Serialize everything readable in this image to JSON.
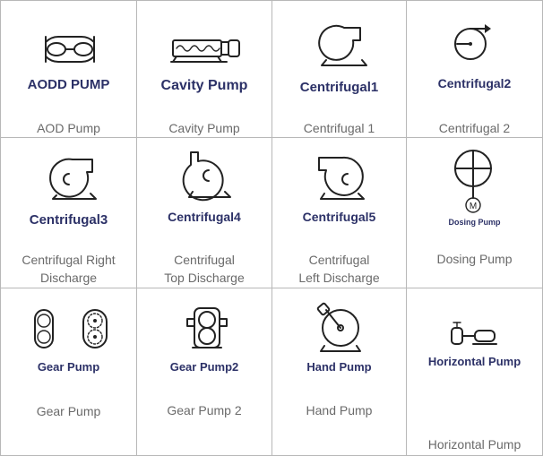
{
  "cells": [
    {
      "label": "AODD PUMP",
      "caption": "AOD Pump",
      "icon": "aodd-pump-icon"
    },
    {
      "label": "Cavity Pump",
      "caption": "Cavity Pump",
      "icon": "cavity-pump-icon"
    },
    {
      "label": "Centrifugal1",
      "caption": "Centrifugal 1",
      "icon": "centrifugal-1-icon"
    },
    {
      "label": "Centrifugal2",
      "caption": "Centrifugal 2",
      "icon": "centrifugal-2-icon"
    },
    {
      "label": "Centrifugal3",
      "caption_line1": "Centrifugal Right",
      "caption_line2": "Discharge",
      "icon": "centrifugal-3-icon"
    },
    {
      "label": "Centrifugal4",
      "caption_line1": "Centrifugal",
      "caption_line2": "Top Discharge",
      "icon": "centrifugal-4-icon"
    },
    {
      "label": "Centrifugal5",
      "caption_line1": "Centrifugal",
      "caption_line2": "Left Discharge",
      "icon": "centrifugal-5-icon"
    },
    {
      "label": "Dosing Pump",
      "caption": "Dosing Pump",
      "icon": "dosing-pump-icon",
      "motor_letter": "M"
    },
    {
      "label": "Gear Pump",
      "caption": "Gear Pump",
      "icon": "gear-pump-icon"
    },
    {
      "label": "Gear Pump2",
      "caption": "Gear Pump 2",
      "icon": "gear-pump-2-icon"
    },
    {
      "label": "Hand Pump",
      "caption": "Hand Pump",
      "icon": "hand-pump-icon"
    },
    {
      "label": "Horizontal Pump",
      "caption": "Horizontal Pump",
      "icon": "horizontal-pump-icon"
    }
  ]
}
